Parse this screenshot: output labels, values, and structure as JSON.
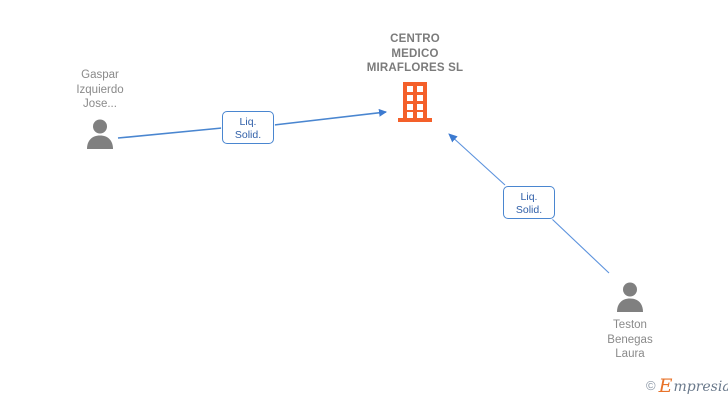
{
  "graph": {
    "company": {
      "name": "CENTRO\nMEDICO\nMIRAFLORES SL",
      "icon": "building-icon",
      "color": "#f4602a"
    },
    "persons": [
      {
        "id": "person-left",
        "name": "Gaspar\nIzquierdo\nJose...",
        "icon": "person-icon",
        "color": "#808080"
      },
      {
        "id": "person-right",
        "name": "Teston\nBenegas\nLaura",
        "icon": "person-icon",
        "color": "#808080"
      }
    ],
    "relations": [
      {
        "id": "relation-left",
        "label": "Liq.\nSolid.",
        "color": "#4a86d0"
      },
      {
        "id": "relation-right",
        "label": "Liq.\nSolid.",
        "color": "#4a86d0"
      }
    ],
    "edge_color": "#4a86d0"
  },
  "watermark": {
    "copyright": "©",
    "brand_initial": "E",
    "brand_rest": "mpresia",
    "initial_color": "#e8732a",
    "text_color": "#6b7a8c"
  }
}
